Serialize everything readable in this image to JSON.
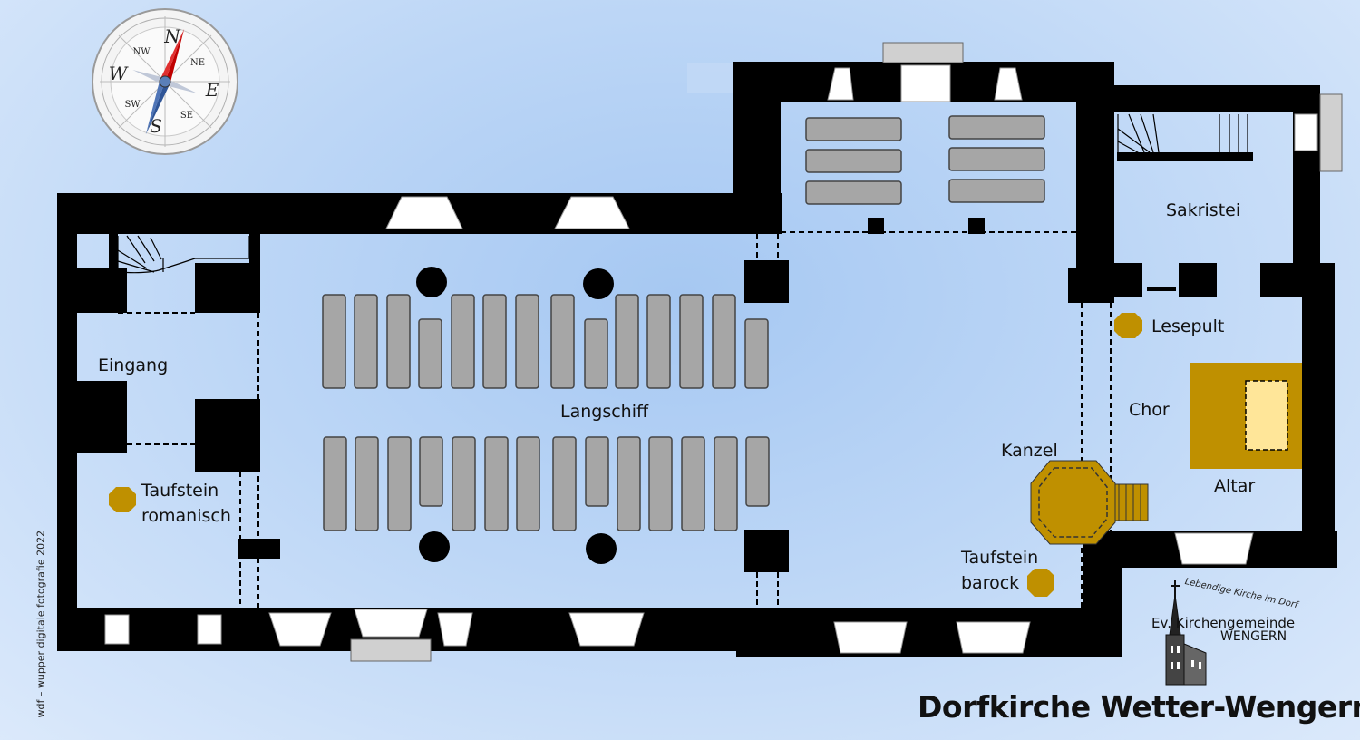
{
  "title": "Dorfkirche Wetter-Wengern",
  "credit": "wdf – wupper digitale fotografie 2022",
  "labels": {
    "eingang": "Eingang",
    "langschiff": "Langschiff",
    "sakristei": "Sakristei",
    "lesepult": "Lesepult",
    "chor": "Chor",
    "kanzel": "Kanzel",
    "altar": "Altar",
    "taufstein_romanisch_1": "Taufstein",
    "taufstein_romanisch_2": "romanisch",
    "taufstein_barock_1": "Taufstein",
    "taufstein_barock_2": "barock"
  },
  "compass": {
    "n": "N",
    "s": "S",
    "e": "E",
    "w": "W",
    "ne": "NE",
    "nw": "NW",
    "se": "SE",
    "sw": "SW"
  },
  "logo": {
    "arc_text": "Lebendige Kirche im Dorf",
    "line1": "Ev.  Kirchengemeinde",
    "line2": "WENGERN"
  },
  "colors": {
    "wall": "#000000",
    "pew": "#a6a6a6",
    "fixture_gold": "#bf9000",
    "altar_inner": "#ffe699",
    "compass_red": "#c00000",
    "compass_blue": "#2f5597"
  }
}
